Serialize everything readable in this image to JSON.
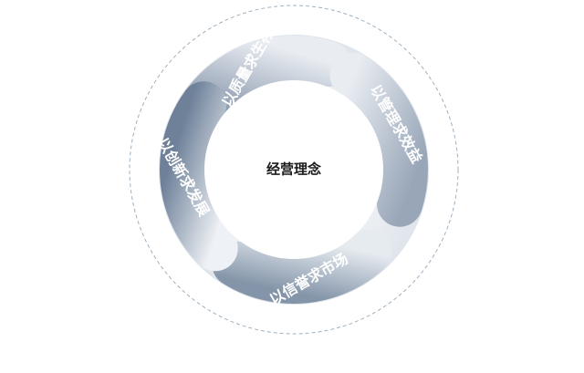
{
  "diagram": {
    "center_label": "经营理念",
    "segments": [
      {
        "label": "以质量求生存",
        "position": "top-left",
        "color_strong": "#8796ab"
      },
      {
        "label": "以管理求效益",
        "position": "top-right",
        "color_strong": "#98a6b8"
      },
      {
        "label": "以信誉求市场",
        "position": "bottom-right",
        "color_strong": "#8495a9"
      },
      {
        "label": "以创新求发展",
        "position": "bottom-left",
        "color_strong": "#6e8199"
      }
    ],
    "colors": {
      "outer_dashed_circle": "#9fb0bf",
      "ring_gradient_light": "#f3f5f8",
      "ring_gradient_mid": "#d9dfe6",
      "center_fill": "#ffffff",
      "center_text": "#1b1b1b"
    }
  }
}
